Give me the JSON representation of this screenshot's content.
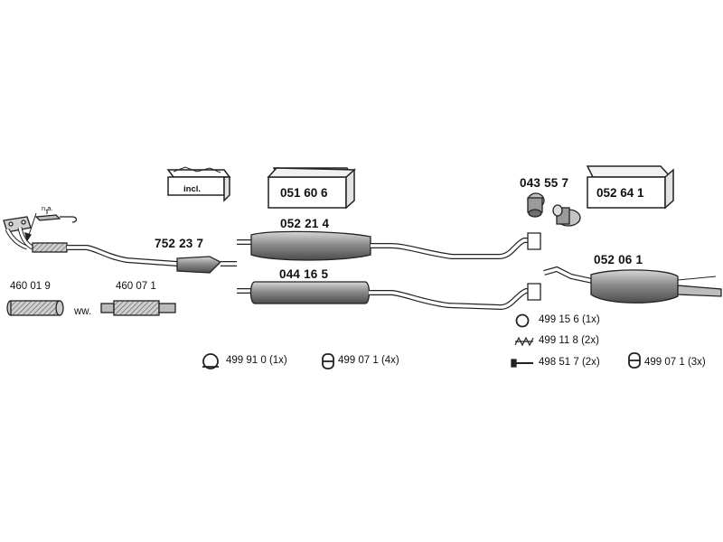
{
  "parts": {
    "catalyst": "752 23 7",
    "front_pipe_alt_a": "460 01 9",
    "front_pipe_alt_b": "460 07 1",
    "alt_separator": "ww.",
    "middle_silencer_a": "052 21 4",
    "middle_silencer_b": "044 16 5",
    "rear_silencer": "052 06 1",
    "connector_pipe": "043 55 7",
    "kit_middle": "051 60 6",
    "kit_rear": "052 64 1",
    "not_available": "n.a.",
    "included": "incl."
  },
  "accessories": {
    "clamp_left": "499 91 0 (1x)",
    "hanger_left": "499 07 1 (4x)",
    "ring": "499 15 6 (1x)",
    "spring": "499 11 8 (2x)",
    "bolt": "498 51 7 (2x)",
    "hanger_right": "499 07 1 (3x)"
  },
  "colors": {
    "line": "#222222",
    "part_fill": "#9a9a9a",
    "part_light": "#d6d6d6",
    "box_fill": "#ffffff",
    "box_shade": "#e2e2e2"
  },
  "icons": {
    "kit_box": "box-icon",
    "clamp": "clamp-icon",
    "hanger": "rubber-hanger-icon",
    "ring": "sealing-ring-icon",
    "spring": "spring-icon",
    "bolt": "bolt-icon"
  }
}
